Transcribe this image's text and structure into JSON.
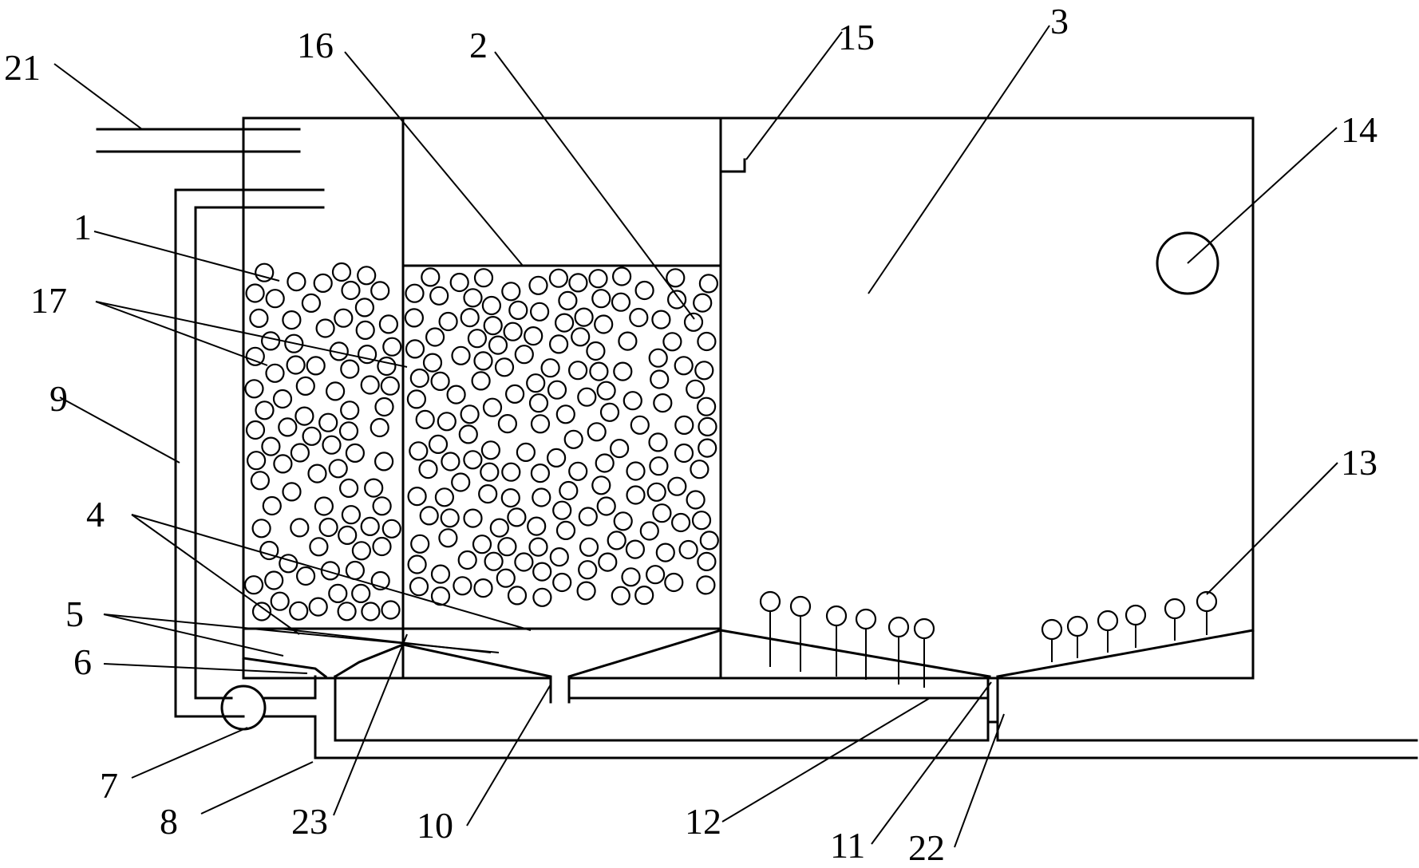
{
  "labels": {
    "l1": "1",
    "l2": "2",
    "l3": "3",
    "l4": "4",
    "l5": "5",
    "l6": "6",
    "l7": "7",
    "l8": "8",
    "l9": "9",
    "l10": "10",
    "l11": "11",
    "l12": "12",
    "l13": "13",
    "l14": "14",
    "l15": "15",
    "l16": "16",
    "l17": "17",
    "l21": "21",
    "l22": "22",
    "l23": "23"
  }
}
